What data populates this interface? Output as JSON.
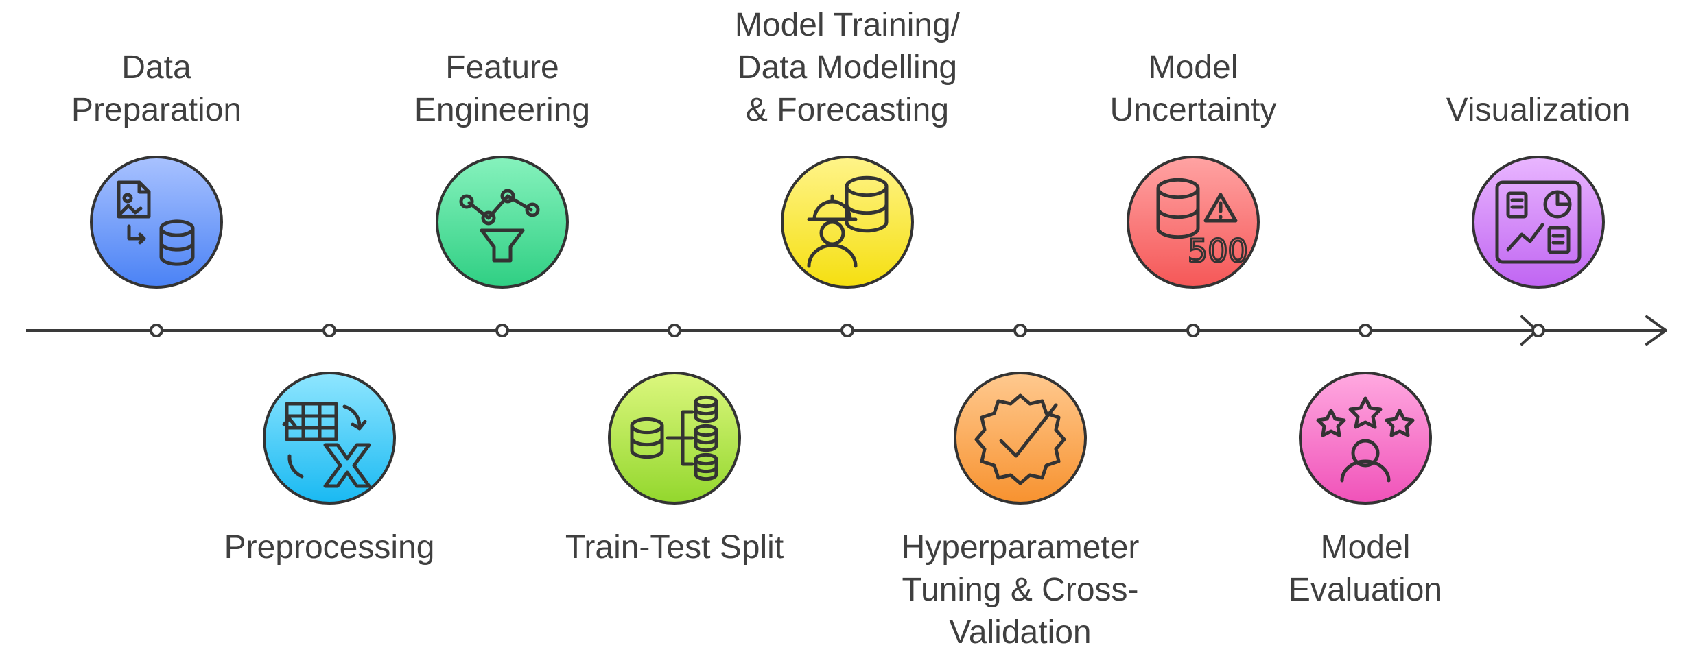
{
  "colors": {
    "line": "#3a3a3a",
    "text": "#3f3f3f",
    "outline": "#333333"
  },
  "steps": [
    {
      "lines": [
        "Data",
        "Preparation"
      ],
      "icon": "image-to-database-icon",
      "colors": [
        "#a9c2ff",
        "#4a82f5"
      ]
    },
    {
      "lines": [
        "Preprocessing"
      ],
      "icon": "table-transform-icon",
      "colors": [
        "#8fe6ff",
        "#19b9f2"
      ]
    },
    {
      "lines": [
        "Feature",
        "Engineering"
      ],
      "icon": "nodes-funnel-icon",
      "colors": [
        "#86f2bd",
        "#2fcf83"
      ]
    },
    {
      "lines": [
        "Train-Test Split"
      ],
      "icon": "database-split-icon",
      "colors": [
        "#dcf77e",
        "#93d72d"
      ]
    },
    {
      "lines": [
        "Model Training/",
        "Data Modelling",
        "& Forecasting"
      ],
      "icon": "engineer-database-icon",
      "colors": [
        "#fff48a",
        "#f5df10"
      ]
    },
    {
      "lines": [
        "Hyperparameter",
        "Tuning & Cross-",
        "Validation"
      ],
      "icon": "badge-check-icon",
      "colors": [
        "#ffc98f",
        "#f7922f"
      ]
    },
    {
      "lines": [
        "Model",
        "Uncertainty"
      ],
      "icon": "database-warning-500-icon",
      "colors": [
        "#ffa3a3",
        "#f55757"
      ]
    },
    {
      "lines": [
        "Model",
        "Evaluation"
      ],
      "icon": "person-stars-icon",
      "colors": [
        "#ffa9e0",
        "#f052b9"
      ]
    },
    {
      "lines": [
        "Visualization"
      ],
      "icon": "dashboard-icon",
      "colors": [
        "#e9b6ff",
        "#c065f2"
      ]
    }
  ]
}
